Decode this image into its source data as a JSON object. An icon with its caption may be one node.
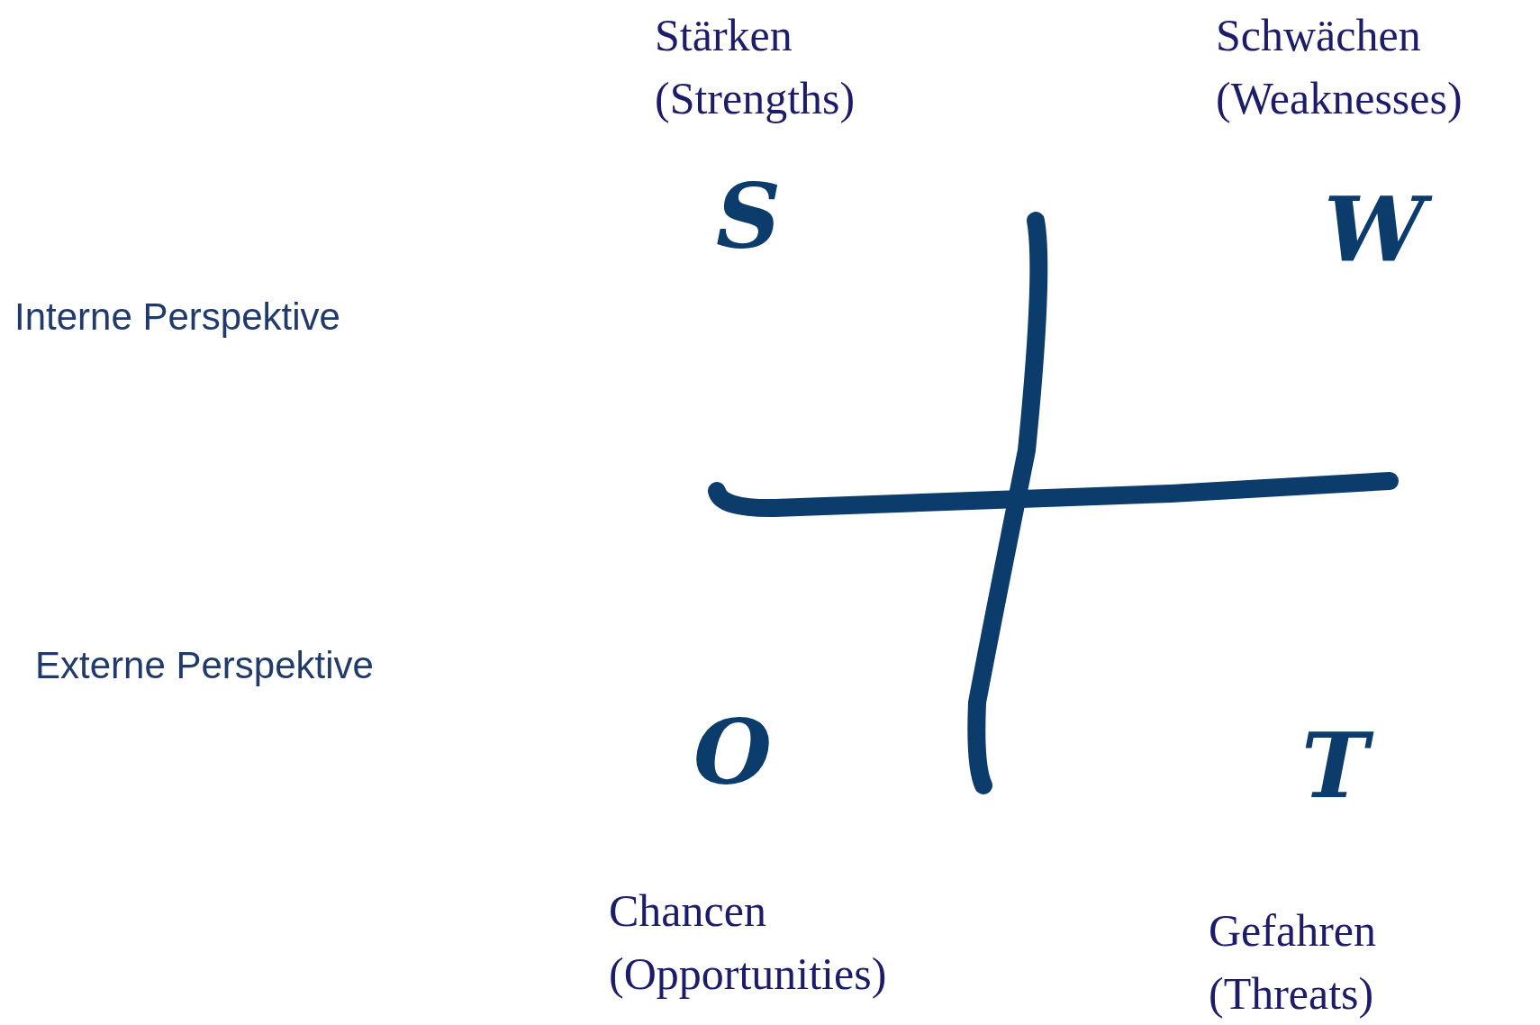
{
  "diagram": {
    "labels": [
      "Stärken (Strengths)",
      "Schwächen (Weaknesses)",
      "S",
      "W",
      "Interne Perspektive",
      "Externe Perspektive",
      "O",
      "T",
      "Chancen (Opportunities)",
      "Gefahren (Threats)"
    ]
  }
}
